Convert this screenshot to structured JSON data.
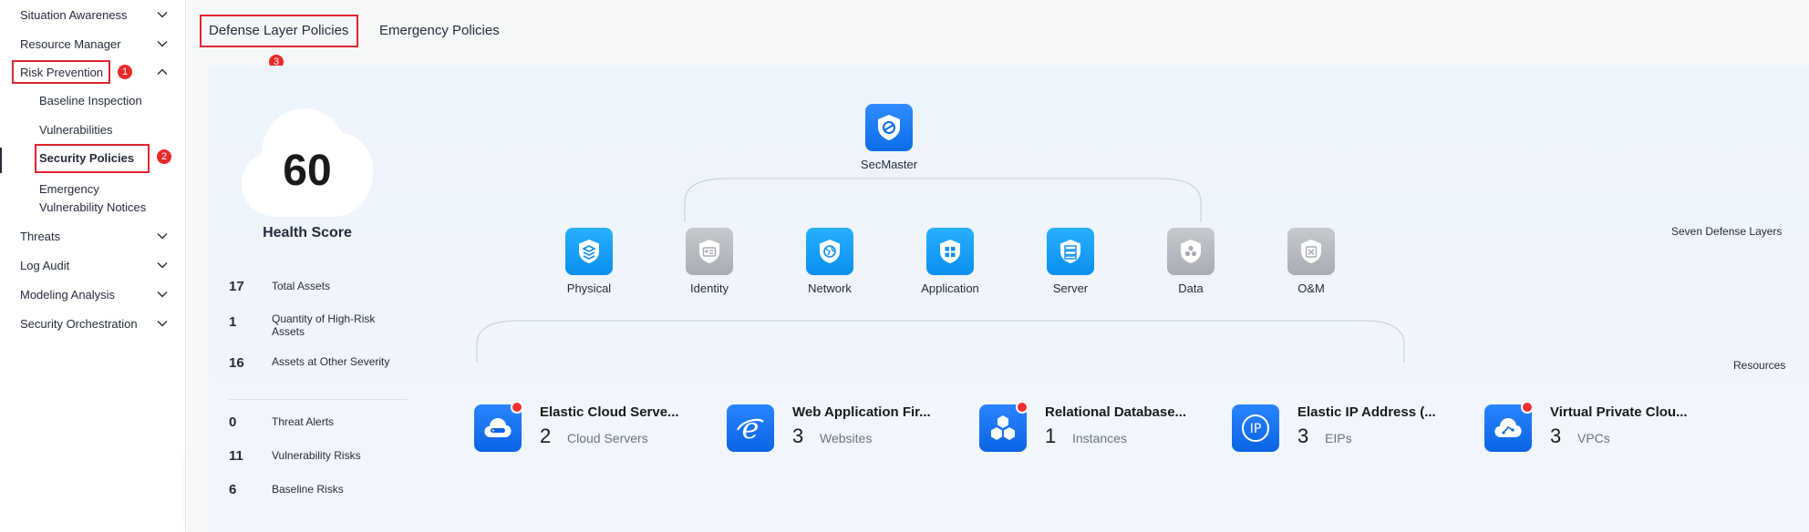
{
  "sidebar": {
    "items": [
      {
        "label": "Situation Awareness",
        "expanded": false
      },
      {
        "label": "Resource Manager",
        "expanded": false
      },
      {
        "label": "Risk Prevention",
        "expanded": true
      },
      {
        "label": "Threats",
        "expanded": false
      },
      {
        "label": "Log Audit",
        "expanded": false
      },
      {
        "label": "Modeling Analysis",
        "expanded": false
      },
      {
        "label": "Security Orchestration",
        "expanded": false
      }
    ],
    "risk_prevention_children": [
      {
        "label": "Baseline Inspection"
      },
      {
        "label": "Vulnerabilities"
      },
      {
        "label": "Security Policies",
        "active": true
      },
      {
        "label": "Emergency\nVulnerability Notices"
      }
    ]
  },
  "markers": {
    "step1": "1",
    "step2": "2",
    "step3": "3"
  },
  "tabs": [
    {
      "label": "Defense Layer Policies",
      "active": true
    },
    {
      "label": "Emergency Policies",
      "active": false
    }
  ],
  "health": {
    "score": "60",
    "label": "Health Score",
    "stats": [
      {
        "value": "17",
        "label": "Total Assets"
      },
      {
        "value": "1",
        "label": "Quantity of High-Risk Assets"
      },
      {
        "value": "16",
        "label": "Assets at Other Severity"
      },
      {
        "value": "0",
        "label": "Threat Alerts"
      },
      {
        "value": "11",
        "label": "Vulnerability Risks"
      },
      {
        "value": "6",
        "label": "Baseline Risks"
      }
    ]
  },
  "defense": {
    "root": {
      "label": "SecMaster",
      "icon": "secmaster-shield-icon"
    },
    "section_label": "Seven Defense Layers",
    "layers": [
      {
        "label": "Physical",
        "icon": "layers-icon",
        "state": "active"
      },
      {
        "label": "Identity",
        "icon": "id-card-icon",
        "state": "inactive"
      },
      {
        "label": "Network",
        "icon": "globe-icon",
        "state": "active"
      },
      {
        "label": "Application",
        "icon": "grid-icon",
        "state": "active"
      },
      {
        "label": "Server",
        "icon": "server-icon",
        "state": "active"
      },
      {
        "label": "Data",
        "icon": "database-icon",
        "state": "inactive"
      },
      {
        "label": "O&M",
        "icon": "wrench-icon",
        "state": "inactive"
      }
    ]
  },
  "resources": {
    "section_label": "Resources",
    "items": [
      {
        "name": "Elastic Cloud Serve...",
        "count": "2",
        "unit": "Cloud Servers",
        "alert": true,
        "icon": "cloud-server-icon"
      },
      {
        "name": "Web Application Fir...",
        "count": "3",
        "unit": "Websites",
        "alert": false,
        "icon": "web-e-icon"
      },
      {
        "name": "Relational Database...",
        "count": "1",
        "unit": "Instances",
        "alert": true,
        "icon": "hexagons-icon"
      },
      {
        "name": "Elastic IP Address (...",
        "count": "3",
        "unit": "EIPs",
        "alert": false,
        "icon": "ip-icon"
      },
      {
        "name": "Virtual Private Clou...",
        "count": "3",
        "unit": "VPCs",
        "alert": true,
        "icon": "vpc-cloud-icon"
      }
    ]
  },
  "colors": {
    "accent_blue": "#0a8fee",
    "inactive_grey": "#a9acb3",
    "highlight_red": "#e0252f",
    "alert_red": "#f23030"
  }
}
